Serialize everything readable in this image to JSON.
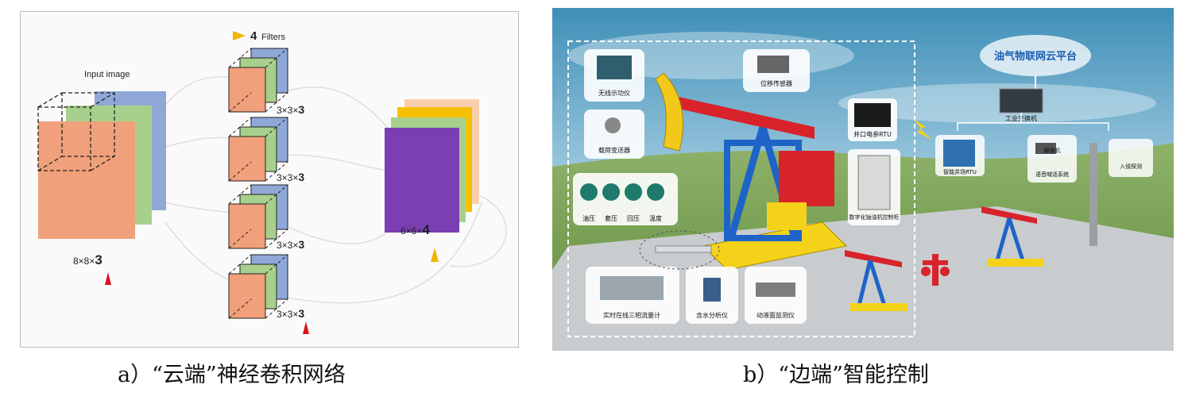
{
  "panel_a": {
    "input_label": "Input image",
    "filters_count": "4",
    "filters_word": "Filters",
    "input_dims_prefix": "8×8×",
    "input_dims_depth": "3",
    "filter_dims": [
      {
        "prefix": "3×3×",
        "depth": "3"
      },
      {
        "prefix": "3×3×",
        "depth": "3"
      },
      {
        "prefix": "3×3×",
        "depth": "3"
      },
      {
        "prefix": "3×3×",
        "depth": "3"
      }
    ],
    "output_dims_prefix": "6×6×",
    "output_dims_depth": "4",
    "colors": {
      "blue": "#8fa8d8",
      "green": "#a8d08d",
      "salmon": "#f0a07a",
      "purple": "#7b3fb3",
      "yellow": "#f5c000",
      "peach": "#f8cfae",
      "marker_red": "#d9141c",
      "marker_yellow": "#f2b400"
    }
  },
  "panel_b": {
    "cloud_title": "油气物联网云平台",
    "switch_label": "工业交换机",
    "devices_left": [
      {
        "label": "无线示功仪"
      },
      {
        "label": "载荷变送器"
      },
      {
        "label": "位移传感器"
      }
    ],
    "gauges": [
      "油压",
      "套压",
      "回压",
      "温度"
    ],
    "rtu_label": "井口电参RTU",
    "cabinet_label": "数字化抽油机控制柜",
    "bottom_devices": [
      {
        "label": "实时在线三相流量计"
      },
      {
        "label": "含水分析仪"
      },
      {
        "label": "动液面监测仪"
      }
    ],
    "right_labels": {
      "smart_rtu": "智能井场RTU",
      "camera_top": "摄像机",
      "camera": "语音喊话系统",
      "intrusion": "入侵探测"
    }
  },
  "captions": {
    "a": "a）“云端”神经卷积网络",
    "b": "b）“边端”智能控制"
  }
}
